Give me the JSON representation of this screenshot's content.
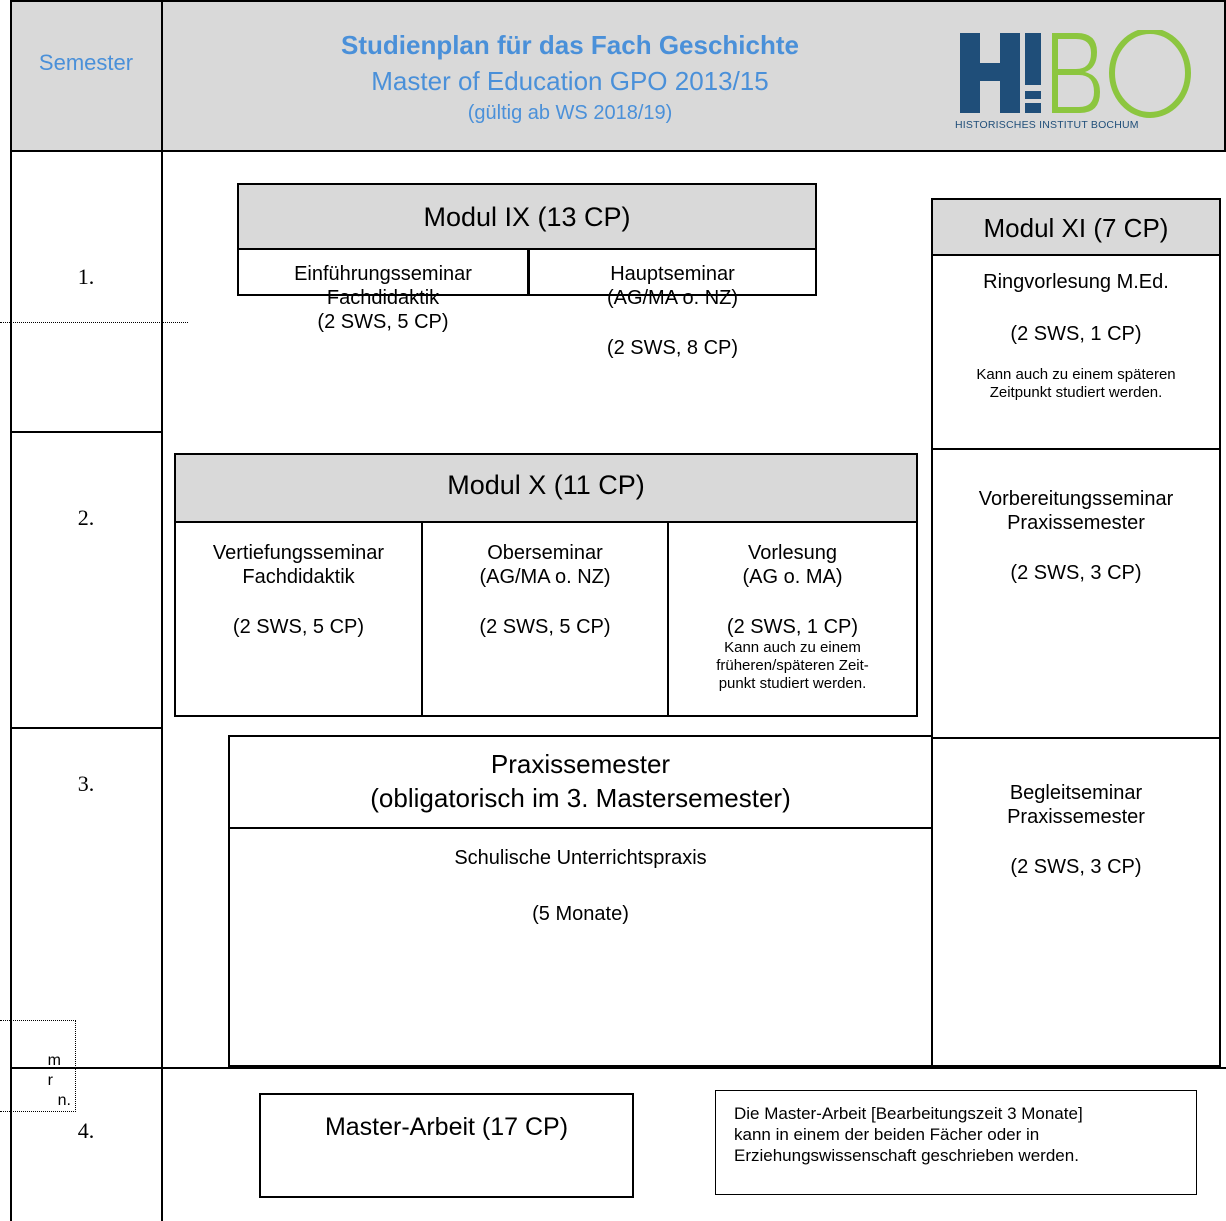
{
  "header": {
    "semester_label": "Semester",
    "title": "Studienplan für das Fach Geschichte",
    "subtitle": "Master of Education GPO 2013/15",
    "validity": "(gültig ab WS 2018/19)",
    "logo_text": "HIBO",
    "logo_caption": "HISTORISCHES INSTITUT BOCHUM",
    "colors": {
      "header_text": "#4a90d9",
      "logo_dark": "#1f4e79",
      "logo_green": "#8cc63f",
      "header_bg": "#d9d9d9"
    }
  },
  "semesters": [
    "1.",
    "2.",
    "3.",
    "4."
  ],
  "modul_ix": {
    "title": "Modul IX (13 CP)",
    "left": {
      "line1": "Einführungsseminar",
      "line2": "Fachdidaktik",
      "line3": "(2 SWS, 5 CP)"
    },
    "right": {
      "line1": "Hauptseminar",
      "line2": "(AG/MA o. NZ)",
      "line3": "(2 SWS, 8 CP)"
    }
  },
  "modul_xi": {
    "title": "Modul XI (7 CP)",
    "ringvorlesung": {
      "line1": "Ringvorlesung M.Ed.",
      "line2": "(2 SWS, 1 CP)",
      "note1": "Kann auch zu einem späteren",
      "note2": "Zeitpunkt studiert werden."
    },
    "vorbereitung": {
      "line1": "Vorbereitungsseminar",
      "line2": "Praxissemester",
      "line3": "(2 SWS, 3 CP)"
    },
    "begleit": {
      "line1": "Begleitseminar",
      "line2": "Praxissemester",
      "line3": "(2 SWS, 3 CP)"
    }
  },
  "modul_x": {
    "title": "Modul X (11 CP)",
    "col1": {
      "line1": "Vertiefungsseminar",
      "line2": "Fachdidaktik",
      "line3": "(2 SWS, 5 CP)"
    },
    "col2": {
      "line1": "Oberseminar",
      "line2": "(AG/MA o. NZ)",
      "line3": "(2 SWS, 5 CP)"
    },
    "col3": {
      "line1": "Vorlesung",
      "line2": "(AG o. MA)",
      "line3": "(2 SWS, 1 CP)",
      "note1": "Kann auch zu einem",
      "note2": "früheren/späteren Zeit-",
      "note3": "punkt studiert werden."
    }
  },
  "praxis": {
    "title1": "Praxissemester",
    "title2": "(obligatorisch im 3. Mastersemester)",
    "body1": "Schulische Unterrichtspraxis",
    "body2": "(5 Monate)"
  },
  "master": {
    "title": "Master-Arbeit (17 CP)",
    "note1": "Die Master-Arbeit [Bearbeitungszeit 3 Monate]",
    "note2": "kann in einem der beiden Fächer oder in",
    "note3": "Erziehungswissenschaft geschrieben werden."
  },
  "side_note": {
    "line1": "m",
    "line2": "r",
    "line3": "n."
  }
}
